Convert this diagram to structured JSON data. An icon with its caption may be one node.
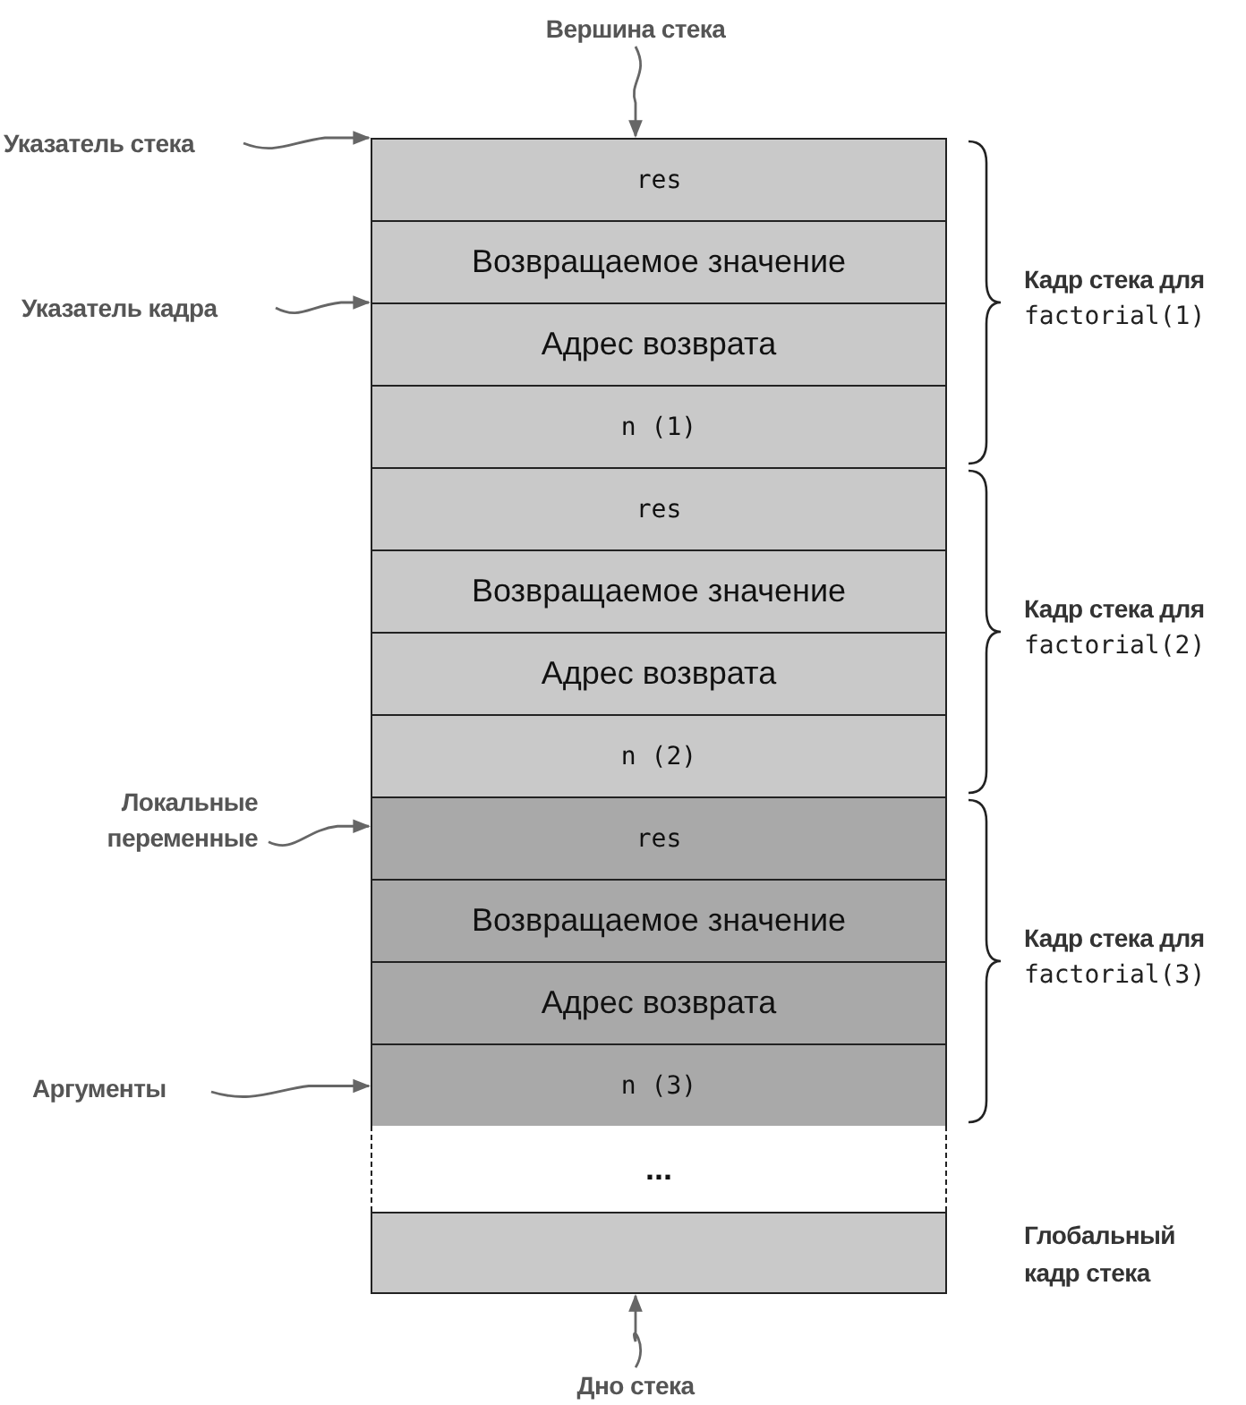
{
  "diagram": {
    "nodes": [
      {
        "text": [
          "res"
        ]
      },
      {
        "text": [
          "Возвращаемое значение"
        ]
      },
      {
        "text": [
          "Адрес возврата"
        ]
      },
      {
        "text": [
          "n (1)"
        ]
      },
      {
        "text": [
          "res"
        ]
      },
      {
        "text": [
          "Возвращаемое значение"
        ]
      },
      {
        "text": [
          "Адрес возврата"
        ]
      },
      {
        "text": [
          "n (2)"
        ]
      },
      {
        "text": [
          "res"
        ]
      },
      {
        "text": [
          "Возвращаемое значение"
        ]
      },
      {
        "text": [
          "Адрес возврата"
        ]
      },
      {
        "text": [
          "n (3)"
        ]
      },
      {
        "text": [
          "..."
        ]
      },
      {
        "text": [],
        "shape": "box",
        "beside": [
          "Глобальный кадр стека"
        ]
      },
      {
        "text": [
          "Вершина стека"
        ]
      },
      {
        "text": [
          "Указатель стека"
        ]
      },
      {
        "text": [
          "Указатель кадра"
        ]
      },
      {
        "text": [
          "Локальные переменные"
        ]
      },
      {
        "text": [
          "Аргументы"
        ]
      },
      {
        "text": [
          "Дно стека"
        ]
      }
    ],
    "edges": [
      {
        "from": 14,
        "to": 0,
        "arrow": "to"
      },
      {
        "from": 15,
        "to": 0,
        "arrow": "to"
      },
      {
        "from": 16,
        "to": 2,
        "arrow": "to"
      },
      {
        "from": 17,
        "to": 8,
        "arrow": "to"
      },
      {
        "from": 18,
        "to": 11,
        "arrow": "to"
      },
      {
        "from": 19,
        "to": 13,
        "arrow": "to"
      }
    ],
    "labels": [
      "Кадр стека для",
      "factorial(1)",
      "Кадр стека для",
      "factorial(2)",
      "Кадр стека для",
      "factorial(3)"
    ]
  }
}
